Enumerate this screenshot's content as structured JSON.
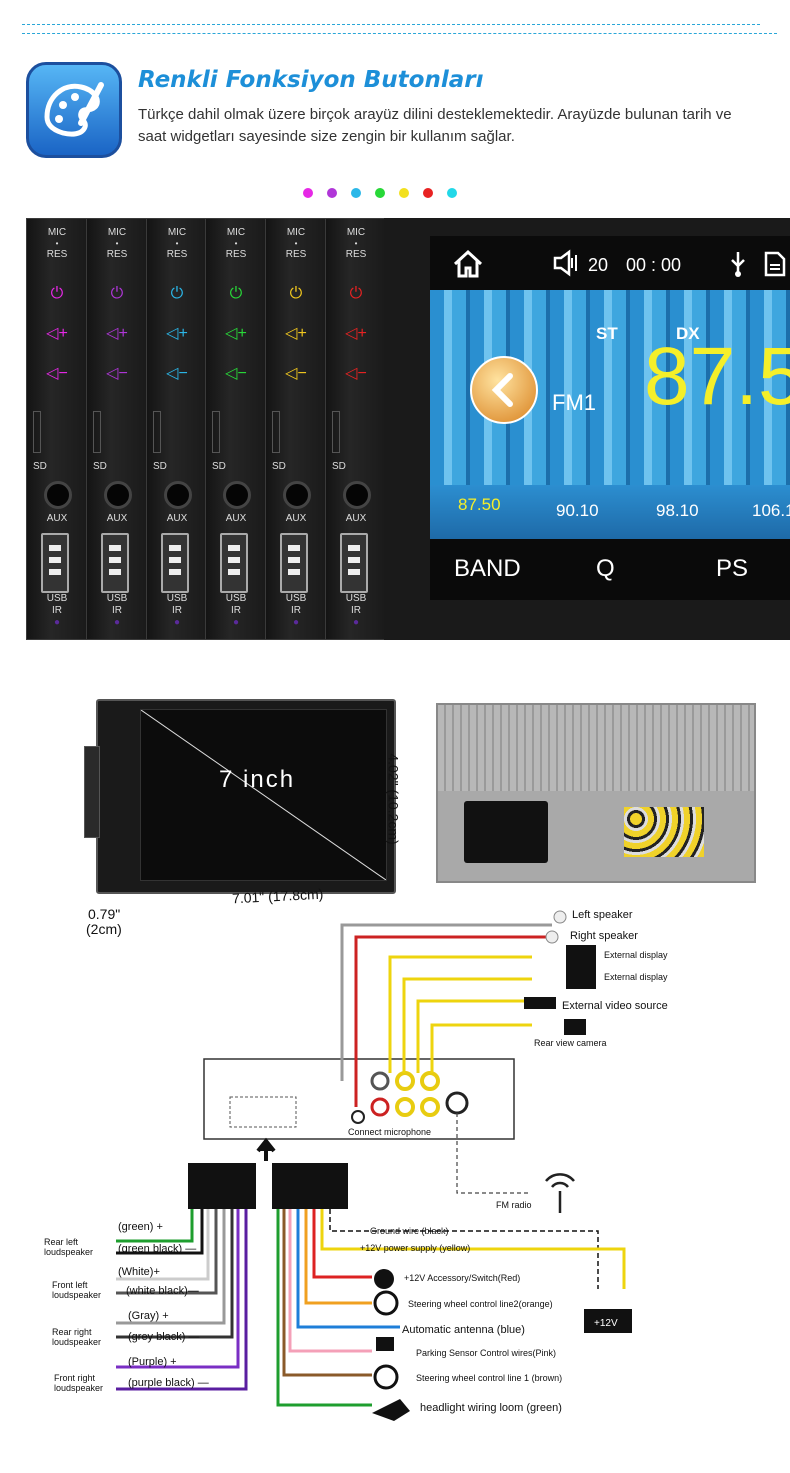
{
  "header": {
    "title": "Renkli Fonksiyon Butonları",
    "description": "Türkçe dahil olmak üzere birçok arayüz dilini desteklemektedir. Arayüzde bulunan tarih ve saat widgetları sayesinde size zengin bir kullanım sağlar."
  },
  "colors": {
    "dots": [
      "#e628e6",
      "#b036d8",
      "#2bb7e8",
      "#28d838",
      "#f2e01e",
      "#e82222",
      "#22d8e8"
    ],
    "panels": [
      "#e628e6",
      "#b036d8",
      "#2bb7e8",
      "#28d838",
      "#f2c81e",
      "#e82222",
      "#22d8e8"
    ]
  },
  "panel": {
    "mic": "MIC",
    "res": "RES",
    "sd": "SD",
    "aux": "AUX",
    "usb": "USB",
    "ir": "IR"
  },
  "radio": {
    "volume": "20",
    "clock": "00 : 00",
    "st": "ST",
    "dx": "DX",
    "band_name": "FM1",
    "frequency": "87.5",
    "presets": [
      "87.50",
      "90.10",
      "98.10",
      "106.1"
    ],
    "buttons": [
      "BAND",
      "Q",
      "PS"
    ]
  },
  "dimensions": {
    "screen_label": "7 inch",
    "width": "7.01\"  (17.8cm)",
    "height": "4.02\"  (10.2cm)",
    "depth": "0.79\"",
    "depth_cm": "(2cm)"
  },
  "wiring_top": {
    "left_speaker": "Left speaker",
    "right_speaker": "Right speaker",
    "external_display_1": "External display",
    "external_display_2": "External display",
    "external_video": "External video source",
    "rear_camera": "Rear view camera",
    "microphone": "Connect microphone",
    "fm_radio": "FM radio"
  },
  "wiring_left": {
    "rear_left": "Rear left loudspeaker",
    "front_left": "Front left loudspeaker",
    "rear_right": "Rear right loudspeaker",
    "front_right": "Front right loudspeaker",
    "green_plus": "(green) +",
    "green_black": "(green black) —",
    "white_plus": "(White)+",
    "white_black": "(white black)—",
    "gray_plus": "(Gray)    +",
    "grey_black": "(grey black) —",
    "purple_plus": "(Purple)          +",
    "purple_black": "(purple black)  —"
  },
  "wiring_right": {
    "ground": "Ground wire (black)",
    "power": "+12V power supply (yellow)",
    "accessory": "+12V Accessory/Switch(Red)",
    "steering2": "Steering wheel control line2(orange)",
    "antenna": "Automatic antenna (blue)",
    "parking": "Parking Sensor Control wires(Pink)",
    "steering1": "Steering wheel control line 1 (brown)",
    "headlight": "headlight wiring loom   (green)",
    "battery": "+12V"
  }
}
